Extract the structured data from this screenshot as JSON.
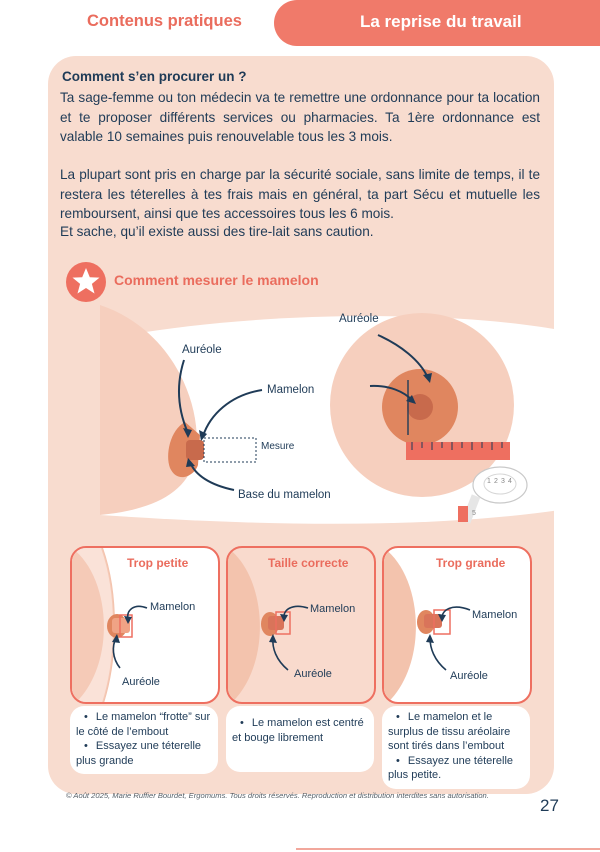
{
  "header": {
    "section": "Contenus pratiques",
    "topic": "La reprise du travail"
  },
  "intro": {
    "heading": "Comment s’en procurer un ?",
    "paragraph1": "Ta sage-femme ou ton médecin va te remettre une ordonnance pour ta location et te proposer différents services ou pharmacies. Ta 1ère ordonnance est valable 10 semaines puis renouvelable tous les 3 mois.",
    "paragraph2": "La plupart sont pris en charge par la sécurité sociale, sans limite de temps, il te restera les téterelles à tes frais mais en général, ta part Sécu et mutuelle les remboursent, ainsi que tes accessoires tous les 6 mois.",
    "paragraph3": "Et sache, qu’il existe aussi des tire-lait sans caution."
  },
  "measure_section": {
    "title": "Comment mesurer le mamelon",
    "labels": {
      "areola_side": "Auréole",
      "nipple": "Mamelon",
      "measure": "Mesure",
      "base": "Base du mamelon",
      "areola_front": "Auréole"
    },
    "ruler_digits": [
      "1",
      "2",
      "3",
      "4",
      "5"
    ]
  },
  "sizes": [
    {
      "title": "Trop petite",
      "nipple_label": "Mamelon",
      "areola_label": "Auréole",
      "notes": [
        "Le mamelon “frotte” sur le côté de l’embout",
        "Essayez une téterelle plus grande"
      ]
    },
    {
      "title": "Taille correcte",
      "nipple_label": "Mamelon",
      "areola_label": "Auréole",
      "notes": [
        "Le mamelon est centré et bouge librement"
      ]
    },
    {
      "title": "Trop grande",
      "nipple_label": "Mamelon",
      "areola_label": "Auréole",
      "notes": [
        "Le mamelon et le surplus de tissu aréolaire sont tirés dans l’embout",
        "Essayez une téterelle plus petite."
      ]
    }
  ],
  "footer": {
    "copyright": "© Août 2025, Marie Ruffier Bourdet, Ergomums. Tous droits réservés. Reproduction et distribution interdites sans autorisation.",
    "page_number": "27"
  },
  "colors": {
    "accent": "#ee6f60",
    "panel": "#f8dccf",
    "text": "#1f3b57",
    "skin": "#f3c3ad",
    "areola": "#e0865f",
    "nipple": "#c86a4c"
  }
}
